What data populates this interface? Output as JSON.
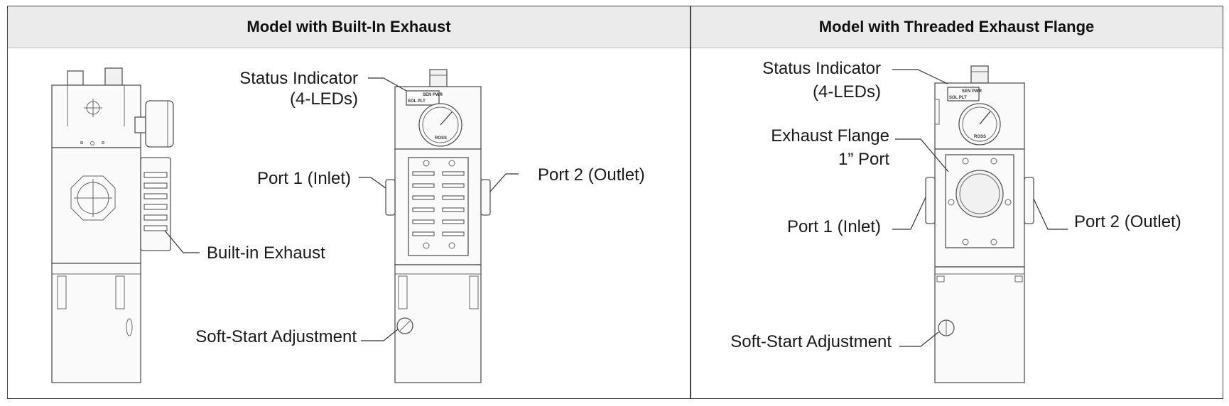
{
  "panels": {
    "left": {
      "title": "Model with Built-In Exhaust",
      "labels": {
        "status_indicator_line1": "Status Indicator",
        "status_indicator_line2": "(4-LEDs)",
        "port1": "Port 1 (Inlet)",
        "port2": "Port 2 (Outlet)",
        "built_in_exhaust": "Built-in Exhaust",
        "soft_start": "Soft-Start Adjustment"
      }
    },
    "right": {
      "title": "Model with Threaded Exhaust Flange",
      "labels": {
        "status_indicator_line1": "Status Indicator",
        "status_indicator_line2": "(4-LEDs)",
        "exhaust_flange_line1": "Exhaust Flange",
        "exhaust_flange_line2": "1” Port",
        "port1": "Port 1 (Inlet)",
        "port2": "Port 2 (Outlet)",
        "soft_start": "Soft-Start Adjustment"
      }
    }
  },
  "device_marks": {
    "brand": "ROSS",
    "led_top": "SEN PWR",
    "led_bottom": "SOL  PLT"
  },
  "colors": {
    "border": "#444444",
    "header_bg": "#ebebeb",
    "line": "#555555"
  }
}
